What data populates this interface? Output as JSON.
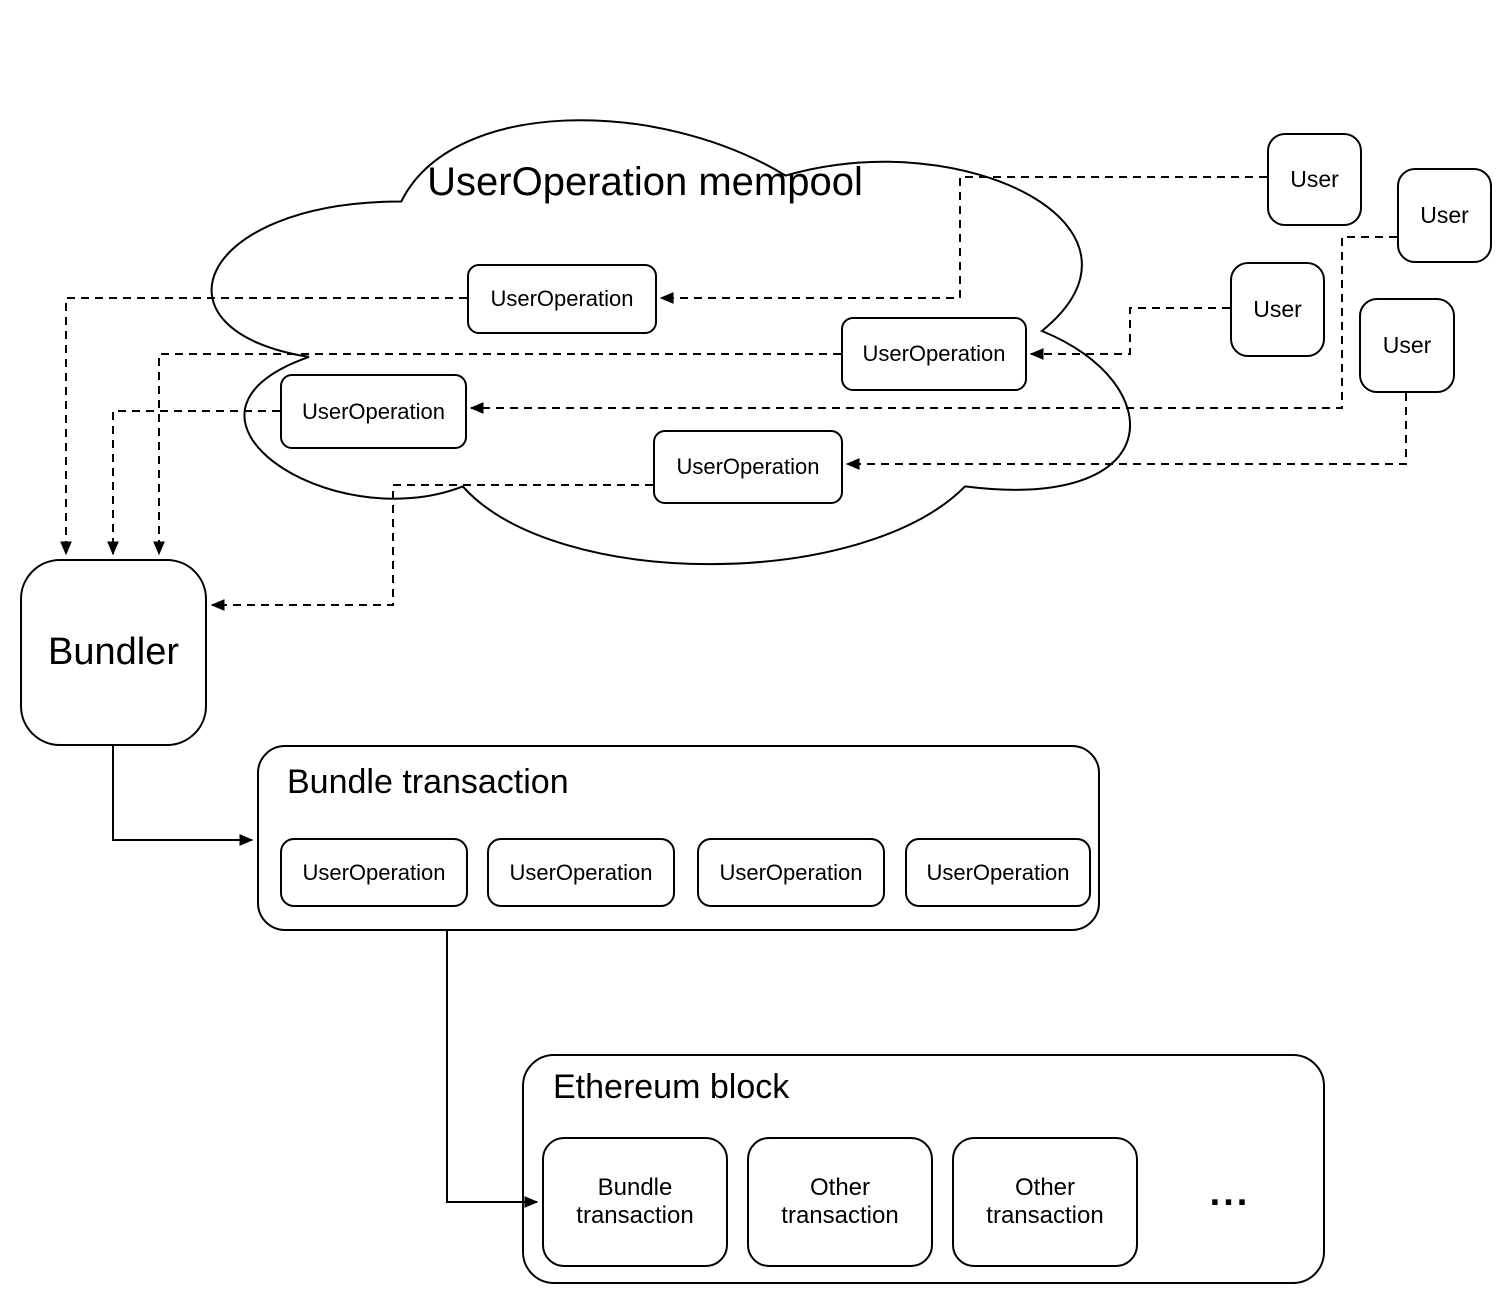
{
  "diagram": {
    "background_color": "#ffffff",
    "stroke_color": "#000000",
    "mempool": {
      "title": "UserOperation mempool",
      "userops": [
        "UserOperation",
        "UserOperation",
        "UserOperation",
        "UserOperation"
      ]
    },
    "users": [
      "User",
      "User",
      "User",
      "User"
    ],
    "bundler": {
      "label": "Bundler"
    },
    "bundle_transaction": {
      "title": "Bundle transaction",
      "userops": [
        "UserOperation",
        "UserOperation",
        "UserOperation",
        "UserOperation"
      ]
    },
    "ethereum_block": {
      "title": "Ethereum block",
      "transactions": [
        "Bundle transaction",
        "Other transaction",
        "Other transaction"
      ],
      "ellipsis": "..."
    }
  }
}
